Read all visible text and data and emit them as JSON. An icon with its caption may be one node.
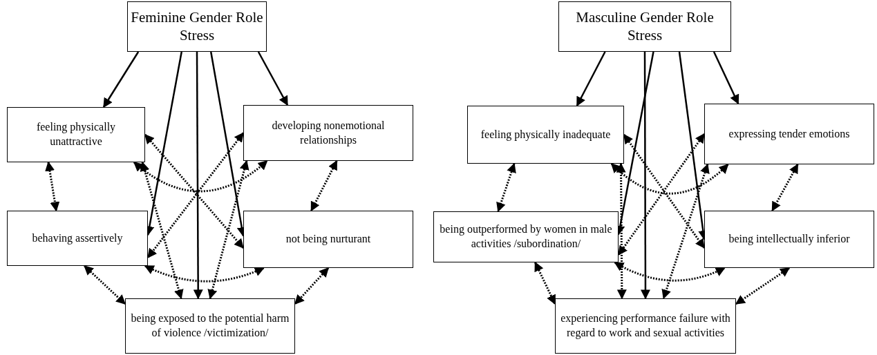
{
  "diagram": {
    "nodes": [
      {
        "text": [
          "Feminine Gender Role Stress"
        ]
      },
      {
        "text": [
          "feeling physically unattractive"
        ]
      },
      {
        "text": [
          "developing nonemotional relationships"
        ]
      },
      {
        "text": [
          "behaving assertively"
        ]
      },
      {
        "text": [
          "not being nurturant"
        ]
      },
      {
        "text": [
          "being exposed to the potential harm of violence /victimization/"
        ]
      },
      {
        "text": [
          "Masculine Gender Role Stress"
        ]
      },
      {
        "text": [
          "feeling physically inadequate"
        ]
      },
      {
        "text": [
          "expressing tender emotions"
        ]
      },
      {
        "text": [
          "being outperformed by women in male activities /subordination/"
        ]
      },
      {
        "text": [
          "being intellectually inferior"
        ]
      },
      {
        "text": [
          "experiencing performance failure with regard to work and sexual activities"
        ]
      }
    ],
    "edges": [
      {
        "from": 0,
        "to": 1,
        "arrow": "to"
      },
      {
        "from": 0,
        "to": 2,
        "arrow": "to"
      },
      {
        "from": 0,
        "to": 3,
        "arrow": "to"
      },
      {
        "from": 0,
        "to": 4,
        "arrow": "to"
      },
      {
        "from": 0,
        "to": 5,
        "arrow": "to"
      },
      {
        "from": 1,
        "to": 3,
        "arrow": "both",
        "style": "dashed"
      },
      {
        "from": 2,
        "to": 4,
        "arrow": "both",
        "style": "dashed"
      },
      {
        "from": 3,
        "to": 5,
        "arrow": "both",
        "style": "dashed"
      },
      {
        "from": 4,
        "to": 5,
        "arrow": "both",
        "style": "dashed"
      },
      {
        "from": 1,
        "to": 4,
        "arrow": "both",
        "style": "dashed"
      },
      {
        "from": 2,
        "to": 3,
        "arrow": "both",
        "style": "dashed"
      },
      {
        "from": 1,
        "to": 2,
        "arrow": "both",
        "style": "dashed"
      },
      {
        "from": 3,
        "to": 4,
        "arrow": "both",
        "style": "dashed"
      },
      {
        "from": 1,
        "to": 5,
        "arrow": "both",
        "style": "dashed"
      },
      {
        "from": 2,
        "to": 5,
        "arrow": "both",
        "style": "dashed"
      },
      {
        "from": 6,
        "to": 7,
        "arrow": "to"
      },
      {
        "from": 6,
        "to": 8,
        "arrow": "to"
      },
      {
        "from": 6,
        "to": 9,
        "arrow": "to"
      },
      {
        "from": 6,
        "to": 10,
        "arrow": "to"
      },
      {
        "from": 6,
        "to": 11,
        "arrow": "to"
      },
      {
        "from": 7,
        "to": 9,
        "arrow": "both",
        "style": "dashed"
      },
      {
        "from": 8,
        "to": 10,
        "arrow": "both",
        "style": "dashed"
      },
      {
        "from": 9,
        "to": 11,
        "arrow": "both",
        "style": "dashed"
      },
      {
        "from": 10,
        "to": 11,
        "arrow": "both",
        "style": "dashed"
      },
      {
        "from": 7,
        "to": 10,
        "arrow": "both",
        "style": "dashed"
      },
      {
        "from": 8,
        "to": 9,
        "arrow": "both",
        "style": "dashed"
      },
      {
        "from": 7,
        "to": 8,
        "arrow": "both",
        "style": "dashed"
      },
      {
        "from": 9,
        "to": 10,
        "arrow": "both",
        "style": "dashed"
      },
      {
        "from": 7,
        "to": 11,
        "arrow": "both",
        "style": "dashed"
      },
      {
        "from": 8,
        "to": 11,
        "arrow": "both",
        "style": "dashed"
      }
    ]
  }
}
